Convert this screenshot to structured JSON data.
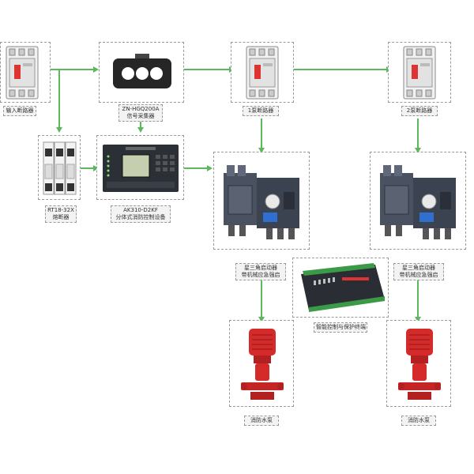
{
  "theme": {
    "connector_color": "#5cb85c",
    "pump_color": "#d42a2a",
    "device_dark": "#3b4250"
  },
  "labels": {
    "input_breaker": "输入断路器",
    "signal_collector_model": "ZN-HGQ200A",
    "signal_collector_name": "信号采集器",
    "pump1_breaker": "1泵断路器",
    "pump2_breaker": "2泵断路器",
    "fuse_model": "RT18-32X",
    "fuse_name": "熔断器",
    "controller_model": "AK310-D2KF",
    "controller_name": "分体式消防控制设备",
    "starter1_line1": "星三角启动器",
    "starter1_line2": "带机械应急强启",
    "starter2_line1": "星三角启动器",
    "starter2_line2": "带机械应急强启",
    "terminal": "智能控制与保护终端",
    "pump1": "消防水泵",
    "pump2": "消防水泵"
  }
}
